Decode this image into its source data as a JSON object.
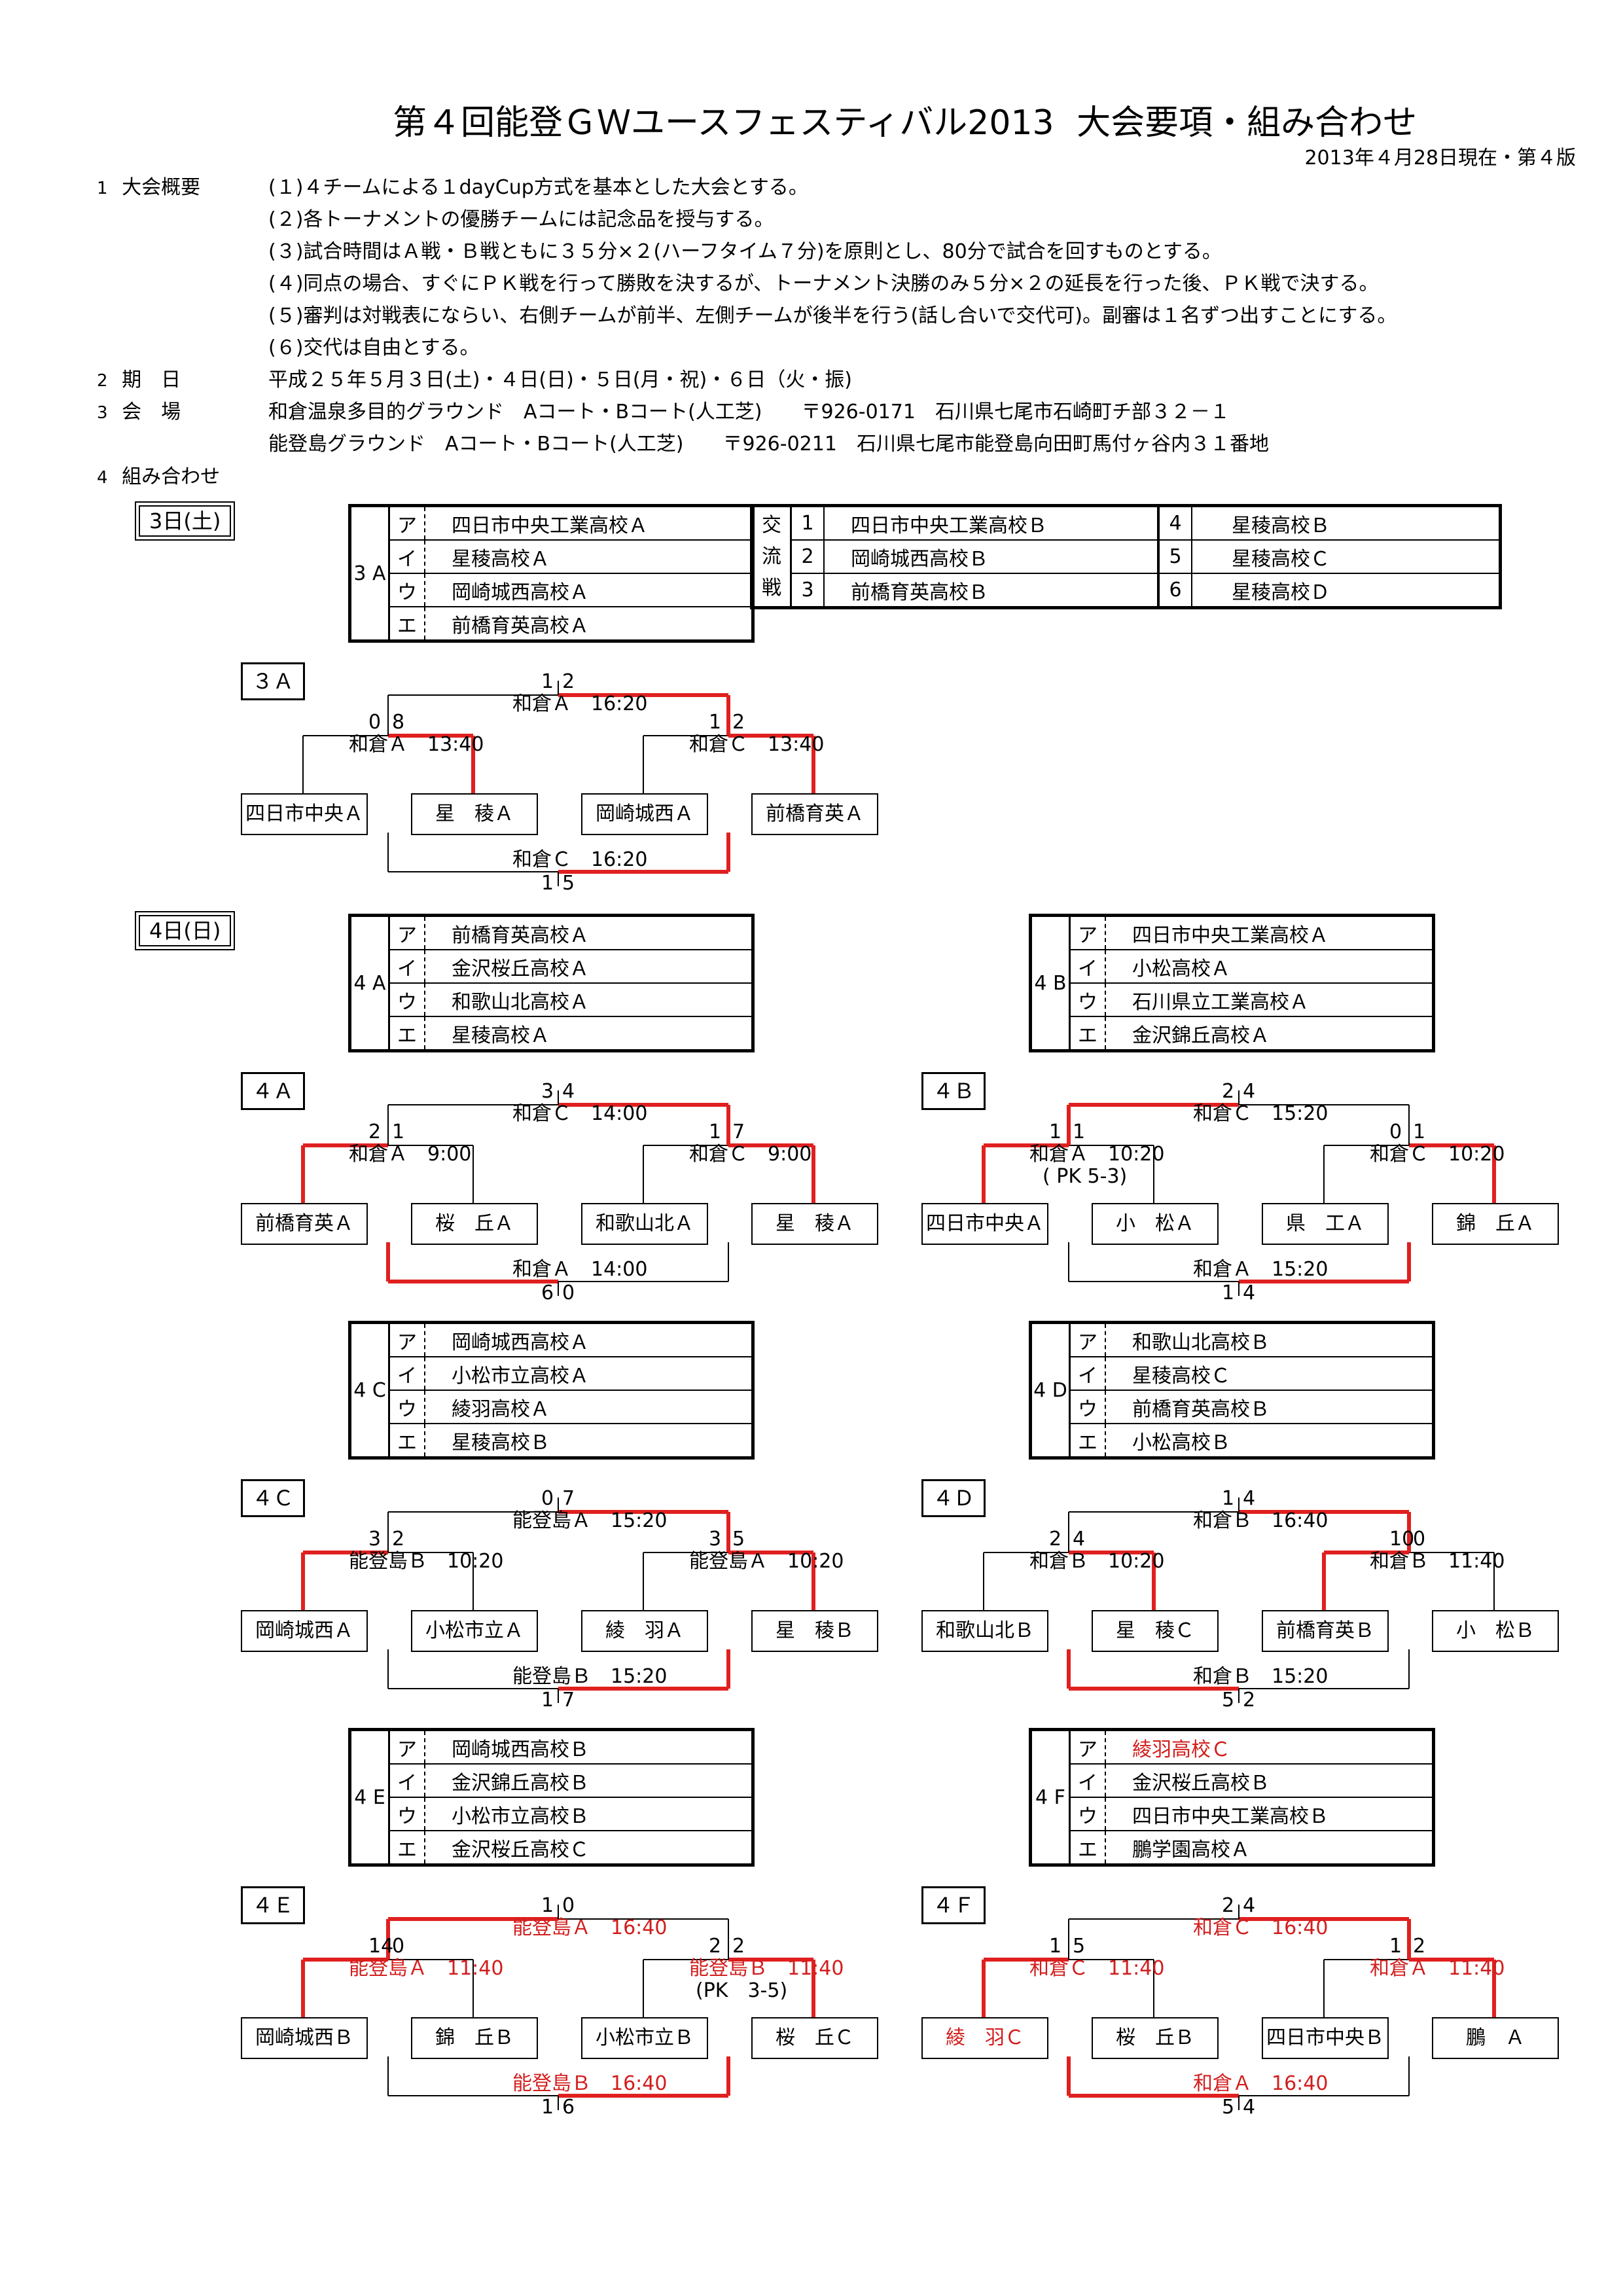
{
  "header": {
    "title": "第４回能登ＧＷユースフェスティバル2013",
    "title_sub": "大会要項・組み合わせ",
    "version": "2013年４月28日現在・第４版"
  },
  "colors": {
    "winner_line": "#e02020",
    "red_text": "#d31d1d",
    "line": "#000000"
  },
  "sections": {
    "s1_num": "1",
    "s1_label": "大会概要",
    "s1_items": [
      "(１)４チームによる１dayCup方式を基本とした大会とする。",
      "(２)各トーナメントの優勝チームには記念品を授与する。",
      "(３)試合時間はＡ戦・Ｂ戦ともに３５分×２(ハーフタイム７分)を原則とし、80分で試合を回すものとする。",
      "(４)同点の場合、すぐにＰＫ戦を行って勝敗を決するが、トーナメント決勝のみ５分×２の延長を行った後、ＰＫ戦で決する。",
      "(５)審判は対戦表にならい、右側チームが前半、左側チームが後半を行う(話し合いで交代可)。副審は１名ずつ出すことにする。",
      "(６)交代は自由とする。"
    ],
    "s2_num": "2",
    "s2_label": "期　日",
    "s2_text": "平成２５年５月３日(土)・４日(日)・５日(月・祝)・６日（火・振)",
    "s3_num": "3",
    "s3_label": "会　場",
    "s3_venue1": "和倉温泉多目的グラウンド　Aコート・Bコート(人工芝)　　〒926-0171　石川県七尾市石崎町チ部３２－１",
    "s3_venue2": "能登島グラウンド　Aコート・Bコート(人工芝)　　〒926-0211　石川県七尾市能登島向田町馬付ヶ谷内３１番地",
    "s4_num": "4",
    "s4_label": "組み合わせ"
  },
  "days": {
    "d3": "3日(土)",
    "d4": "4日(日)"
  },
  "group_3A": {
    "label": "3 A",
    "teams": [
      {
        "k": "ア",
        "n": "四日市中央工業高校Ａ"
      },
      {
        "k": "イ",
        "n": "星稜高校Ａ"
      },
      {
        "k": "ウ",
        "n": "岡崎城西高校Ａ"
      },
      {
        "k": "エ",
        "n": "前橋育英高校Ａ"
      }
    ]
  },
  "exchange": {
    "label": "交流戦",
    "rows": [
      {
        "a": "1",
        "an": "四日市中央工業高校Ｂ",
        "b": "4",
        "bn": "星稜高校Ｂ"
      },
      {
        "a": "2",
        "an": "岡崎城西高校Ｂ",
        "b": "5",
        "bn": "星稜高校Ｃ"
      },
      {
        "a": "3",
        "an": "前橋育英高校Ｂ",
        "b": "6",
        "bn": "星稜高校Ｄ"
      }
    ]
  },
  "group_4A": {
    "label": "4 A",
    "teams": [
      {
        "k": "ア",
        "n": "前橋育英高校Ａ"
      },
      {
        "k": "イ",
        "n": "金沢桜丘高校Ａ"
      },
      {
        "k": "ウ",
        "n": "和歌山北高校Ａ"
      },
      {
        "k": "エ",
        "n": "星稜高校Ａ"
      }
    ]
  },
  "group_4B": {
    "label": "4 B",
    "teams": [
      {
        "k": "ア",
        "n": "四日市中央工業高校Ａ"
      },
      {
        "k": "イ",
        "n": "小松高校Ａ"
      },
      {
        "k": "ウ",
        "n": "石川県立工業高校Ａ"
      },
      {
        "k": "エ",
        "n": "金沢錦丘高校Ａ"
      }
    ]
  },
  "group_4C": {
    "label": "4 C",
    "teams": [
      {
        "k": "ア",
        "n": "岡崎城西高校Ａ"
      },
      {
        "k": "イ",
        "n": "小松市立高校Ａ"
      },
      {
        "k": "ウ",
        "n": "綾羽高校Ａ"
      },
      {
        "k": "エ",
        "n": "星稜高校Ｂ"
      }
    ]
  },
  "group_4D": {
    "label": "4 D",
    "teams": [
      {
        "k": "ア",
        "n": "和歌山北高校Ｂ"
      },
      {
        "k": "イ",
        "n": "星稜高校Ｃ"
      },
      {
        "k": "ウ",
        "n": "前橋育英高校Ｂ"
      },
      {
        "k": "エ",
        "n": "小松高校Ｂ"
      }
    ]
  },
  "group_4E": {
    "label": "4 E",
    "teams": [
      {
        "k": "ア",
        "n": "岡崎城西高校Ｂ"
      },
      {
        "k": "イ",
        "n": "金沢錦丘高校Ｂ"
      },
      {
        "k": "ウ",
        "n": "小松市立高校Ｂ"
      },
      {
        "k": "エ",
        "n": "金沢桜丘高校Ｃ"
      }
    ]
  },
  "group_4F": {
    "label": "4 F",
    "teams": [
      {
        "k": "ア",
        "n": "綾羽高校Ｃ"
      },
      {
        "k": "イ",
        "n": "金沢桜丘高校Ｂ"
      },
      {
        "k": "ウ",
        "n": "四日市中央工業高校Ｂ"
      },
      {
        "k": "エ",
        "n": "鵬学園高校Ａ"
      }
    ]
  },
  "brackets": {
    "b3A": {
      "label": "３Ａ",
      "teams": [
        "四日市中央Ａ",
        "星　稜Ａ",
        "岡崎城西Ａ",
        "前橋育英Ａ"
      ],
      "sf1": {
        "venue": "和倉Ａ　13:40",
        "l": "0",
        "r": "8"
      },
      "sf2": {
        "venue": "和倉Ｃ　13:40",
        "l": "1",
        "r": "2"
      },
      "final": {
        "venue": "和倉Ａ　16:20",
        "l": "1",
        "r": "2"
      },
      "third": {
        "venue": "和倉Ｃ　16:20",
        "l": "1",
        "r": "5"
      }
    },
    "b4A": {
      "label": "４Ａ",
      "teams": [
        "前橋育英Ａ",
        "桜　丘Ａ",
        "和歌山北Ａ",
        "星　稜Ａ"
      ],
      "sf1": {
        "venue": "和倉Ａ　9:00",
        "l": "2",
        "r": "1"
      },
      "sf2": {
        "venue": "和倉Ｃ　9:00",
        "l": "1",
        "r": "7"
      },
      "final": {
        "venue": "和倉Ｃ　14:00",
        "l": "3",
        "r": "4"
      },
      "third": {
        "venue": "和倉Ａ　14:00",
        "l": "6",
        "r": "0"
      }
    },
    "b4B": {
      "label": "４Ｂ",
      "teams": [
        "四日市中央Ａ",
        "小　松Ａ",
        "県　工Ａ",
        "錦　丘Ａ"
      ],
      "sf1": {
        "venue": "和倉Ａ　10:20",
        "l": "1",
        "r": "1",
        "pk": "( PK 5-3)"
      },
      "sf2": {
        "venue": "和倉Ｃ　10:20",
        "l": "0",
        "r": "1"
      },
      "final": {
        "venue": "和倉Ｃ　15:20",
        "l": "2",
        "r": "4"
      },
      "third": {
        "venue": "和倉Ａ　15:20",
        "l": "1",
        "r": "4"
      }
    },
    "b4C": {
      "label": "４Ｃ",
      "teams": [
        "岡崎城西Ａ",
        "小松市立Ａ",
        "綾　羽Ａ",
        "星　稜Ｂ"
      ],
      "sf1": {
        "venue": "能登島Ｂ　10:20",
        "l": "3",
        "r": "2"
      },
      "sf2": {
        "venue": "能登島Ａ　10:20",
        "l": "3",
        "r": "5"
      },
      "final": {
        "venue": "能登島Ａ　15:20",
        "l": "0",
        "r": "7"
      },
      "third": {
        "venue": "能登島Ｂ　15:20",
        "l": "1",
        "r": "7"
      }
    },
    "b4D": {
      "label": "４Ｄ",
      "teams": [
        "和歌山北Ｂ",
        "星　稜Ｃ",
        "前橋育英Ｂ",
        "小　松Ｂ"
      ],
      "sf1": {
        "venue": "和倉Ｂ　10:20",
        "l": "2",
        "r": "4"
      },
      "sf2": {
        "venue": "和倉Ｂ　11:40",
        "l": "10",
        "r": "0"
      },
      "final": {
        "venue": "和倉Ｂ　16:40",
        "l": "1",
        "r": "4"
      },
      "third": {
        "venue": "和倉Ｂ　15:20",
        "l": "5",
        "r": "2"
      }
    },
    "b4E": {
      "label": "４Ｅ",
      "teams": [
        "岡崎城西Ｂ",
        "錦　丘Ｂ",
        "小松市立Ｂ",
        "桜　丘Ｃ"
      ],
      "sf1": {
        "venue": "能登島Ａ　11:40",
        "l": "14",
        "r": "0"
      },
      "sf2": {
        "venue": "能登島Ｂ　11:40",
        "l": "2",
        "r": "2",
        "pk": "(PK　3-5)"
      },
      "final": {
        "venue": "能登島Ａ　16:40",
        "l": "1",
        "r": "0"
      },
      "third": {
        "venue": "能登島Ｂ　16:40",
        "l": "1",
        "r": "6"
      }
    },
    "b4F": {
      "label": "４Ｆ",
      "teams": [
        "綾　羽Ｃ",
        "桜　丘Ｂ",
        "四日市中央Ｂ",
        "鵬　Ａ"
      ],
      "sf1": {
        "venue": "和倉Ｃ　11:40",
        "l": "1",
        "r": "5"
      },
      "sf2": {
        "venue": "和倉Ａ　11:40",
        "l": "1",
        "r": "2"
      },
      "final": {
        "venue": "和倉Ｃ　16:40",
        "l": "2",
        "r": "4"
      },
      "third": {
        "venue": "和倉Ａ　16:40",
        "l": "5",
        "r": "4"
      }
    }
  }
}
